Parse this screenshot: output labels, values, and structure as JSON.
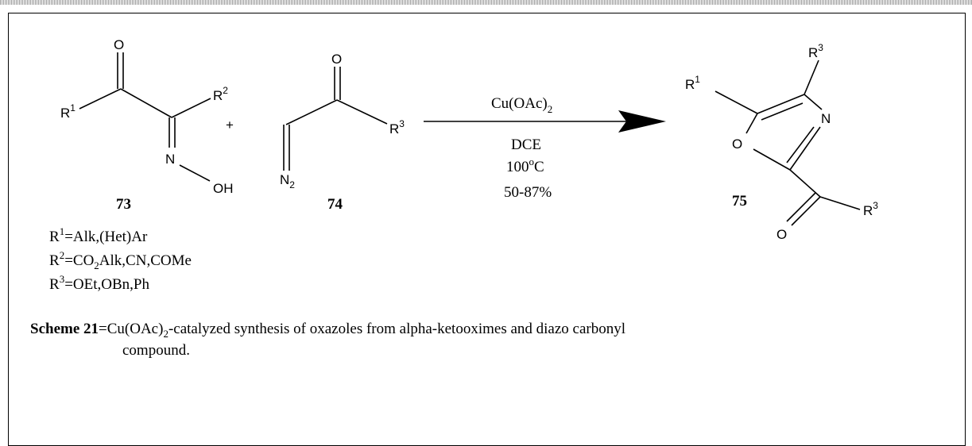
{
  "scheme": {
    "compounds": {
      "c73": {
        "number": "73",
        "atoms": {
          "o": "O",
          "r1": "R",
          "r1sup": "1",
          "r2": "R",
          "r2sup": "2",
          "n": "N",
          "oh": "OH"
        }
      },
      "c74": {
        "number": "74",
        "atoms": {
          "o": "O",
          "n": "N",
          "nsub": "2",
          "r3": "R",
          "r3sup": "3"
        }
      },
      "c75": {
        "number": "75",
        "atoms": {
          "r1": "R",
          "r1sup": "1",
          "r3top": "R",
          "r3topsup": "3",
          "n": "N",
          "o_ring": "O",
          "o_carbonyl": "O",
          "r3": "R",
          "r3sup": "3"
        }
      }
    },
    "plus": "+",
    "conditions": {
      "reagent": "Cu(OAc)",
      "reagent_sub": "2",
      "solvent": "DCE",
      "temperature": "100",
      "temp_sup": "o",
      "temp_unit": "C",
      "yield": "50-87%"
    },
    "substituents": [
      {
        "label": "R",
        "sup": "1",
        "value": "=Alk,(Het)Ar"
      },
      {
        "label": "R",
        "sup": "2",
        "value_pre": "=CO",
        "value_sub": "2",
        "value_post": "Alk,CN,COMe"
      },
      {
        "label": "R",
        "sup": "3",
        "value": "=OEt,OBn,Ph"
      }
    ],
    "caption": {
      "label": "Scheme 21",
      "eq": "=Cu(OAc)",
      "sub": "2",
      "text1": "-catalyzed synthesis of oxazoles from alpha-ketooximes and diazo carbonyl",
      "text2": "compound."
    }
  }
}
